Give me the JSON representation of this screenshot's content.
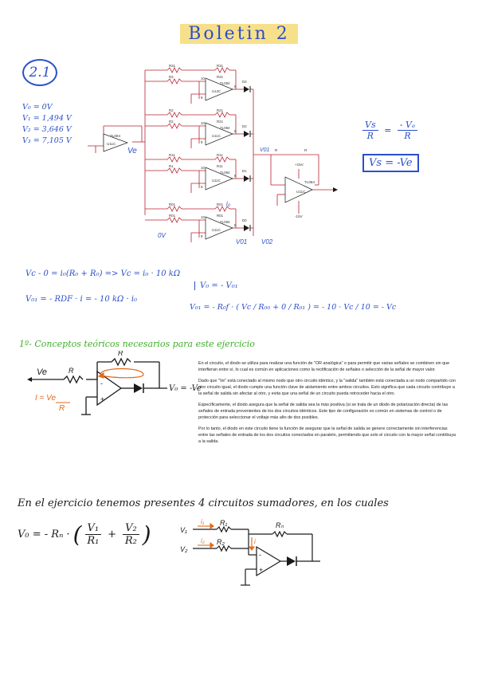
{
  "title": "Boletin 2",
  "exercise_label": "2.1",
  "values": [
    "V₀ = 0V",
    "V₁ = 1,494 V",
    "V₂ = 3,646 V",
    "V₃ = 7,105 V"
  ],
  "schematic": {
    "resistors": [
      "R31",
      "R31",
      "R3",
      "R31",
      "R2",
      "R21",
      "R2",
      "R21",
      "R11",
      "R11",
      "R1",
      "R11",
      "R01",
      "R01",
      "R01",
      "R01",
      "R",
      "R"
    ],
    "opamps": [
      "TL084",
      "U11C",
      "TL084",
      "U11C",
      "TL084",
      "U12C",
      "TL084",
      "U11C",
      "TL084",
      "U11C",
      "TL084",
      "U11C"
    ],
    "diodes": [
      "D3",
      "D2",
      "D1",
      "D0"
    ],
    "pins": [
      "10",
      "9",
      "8",
      "10",
      "9",
      "8",
      "10",
      "9",
      "8",
      "10",
      "9",
      "8"
    ],
    "supplies": [
      "+15V",
      "-15V"
    ],
    "labels": {
      "ve": "Ve",
      "ov": "0V",
      "vo1": "V01",
      "v02": "V02",
      "vdo": "V01",
      "io": "i₀"
    }
  },
  "right_notes": {
    "eq1_lhs": "Vs",
    "eq1_lhs_den": "R",
    "eq1_rhs": "- Vₑ",
    "eq1_rhs_den": "R",
    "eq2": "Vs = -Ve"
  },
  "derivation": {
    "line1": "Vc - 0 = i₀(R₀ + R₀) => Vc = i₀ · 10 kΩ",
    "line2": "V₀₁ = - RDF · i = - 10 kΩ · i₀",
    "line3": "V₀ = - V₀₁",
    "line4": "V₀₁ = - R₀f · ( Vc / R₀₀ + 0 / R₀₁ ) = - 10 · Vc / 10 = - Vc"
  },
  "section_heading": "1º- Conceptos teóricos necesarios para este ejercicio",
  "small_circuit": {
    "r_top": "R",
    "ve": "Ve",
    "r": "R",
    "i_expr": "I = Ve",
    "i_den": "R",
    "vo": "V₀ = -Ve"
  },
  "paragraphs": [
    "En el circuito, el diodo se utiliza para realizar una función de \"OR analógica\" o para permitir que varias señales se combinen sin que interfieran entre sí, lo cual es común en aplicaciones como la rectificación de señales o selección de la señal de mayor valor.",
    "Dado que \"Ve\" está conectado al mismo nodo que otro circuito idéntico, y la \"salida\" también está conectada a un nodo compartido con otro circuito igual, el diodo cumple una función clave de aislamiento entre ambos circuitos. Esto significa que cada circuito contribuye a la señal de salida sin afectar al otro, y evita que una señal de un circuito pueda retroceder hacia el otro.",
    "Específicamente, el diodo asegura que la señal de salida sea la más positiva (si se trata de un diodo de polarización directa) de las señales de entrada provenientes de los dos circuitos idénticos. Este tipo de configuración es común en sistemas de control o de protección para seleccionar el voltaje más alto de dos posibles.",
    "Por lo tanto, el diodo en este circuito tiene la función de asegurar que la señal de salida se genere correctamente sin interferencias entre las señales de entrada de los dos circuitos conectados en paralelo, permitiendo que solo el circuito con la mayor señal contribuya a la salida."
  ],
  "bottom_statement": "En el ejercicio tenemos presentes 4 circuitos sumadores, en los cuales",
  "bottom_formula": {
    "lhs": "V₀ = - Rₙ ·",
    "t1": "V₁",
    "t1_den": "R₁",
    "plus": "+",
    "t2": "V₂",
    "t2_den": "R₂"
  },
  "bottom_circuit": {
    "v1": "V₁",
    "v2": "V₂",
    "i1": "i₁",
    "i2": "i₂",
    "r1": "R₁",
    "r2": "R₂",
    "rf": "Rₙ",
    "i": "i"
  }
}
